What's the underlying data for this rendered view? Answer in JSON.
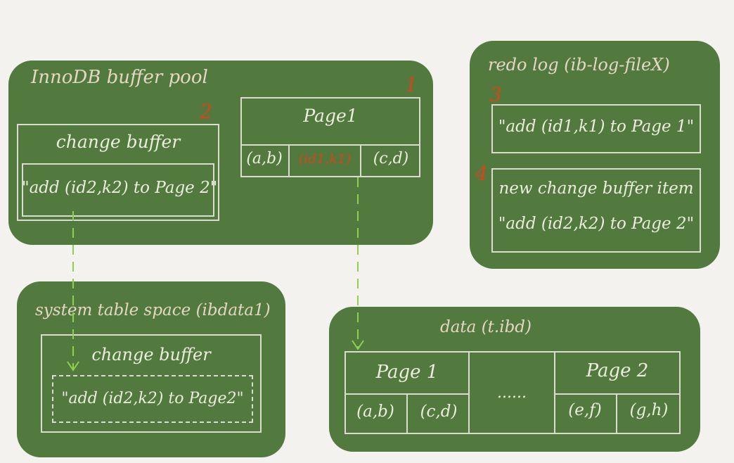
{
  "buffer_pool": {
    "title": "InnoDB buffer pool",
    "marker_page": "1",
    "marker_change_buffer": "2",
    "page1_title": "Page1",
    "page1_cells": [
      "(a,b)",
      "(id1,k1)",
      "(c,d)"
    ],
    "change_buffer_title": "change buffer",
    "change_buffer_entry": "\"add (id2,k2) to Page 2\""
  },
  "redo_log": {
    "title": "redo log (ib-log-fileX)",
    "marker_entry1": "3",
    "marker_entry2": "4",
    "entry1": "\"add (id1,k1) to Page 1\"",
    "entry2_line1": "new change buffer item",
    "entry2_line2": "\"add (id2,k2) to Page 2\""
  },
  "system_tablespace": {
    "title": "system table space (ibdata1)",
    "change_buffer_title": "change buffer",
    "change_buffer_entry": "\"add (id2,k2) to Page2\""
  },
  "data_file": {
    "title": "data (t.ibd)",
    "page1_title": "Page 1",
    "page1_cells": [
      "(a,b)",
      "(c,d)"
    ],
    "ellipsis": "......",
    "page2_title": "Page 2",
    "page2_cells": [
      "(e,f)",
      "(g,h)"
    ]
  },
  "colors": {
    "panel": "#527a3f",
    "background": "#f4f2ee",
    "title_text": "#e6d6c4",
    "body_text": "#eceedd",
    "highlight": "#d2461f",
    "arrow": "#8fd14f"
  }
}
